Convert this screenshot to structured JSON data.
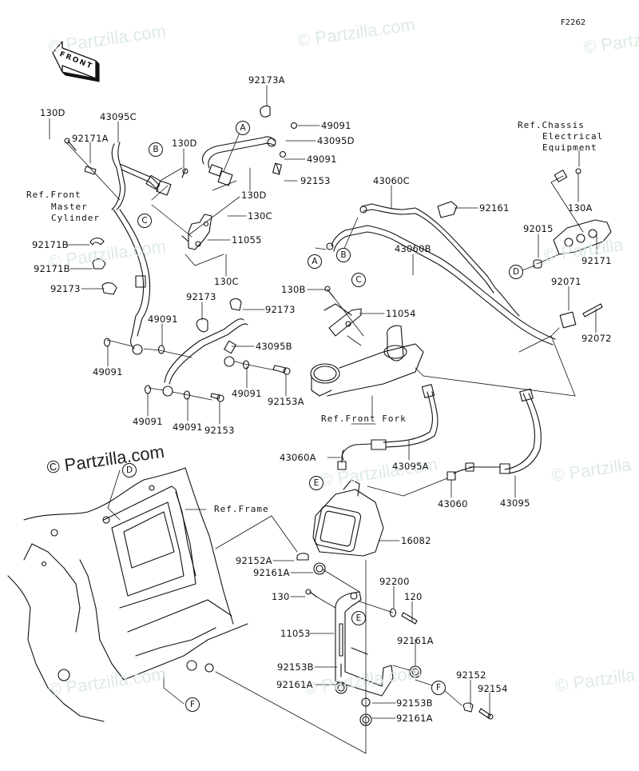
{
  "diagram": {
    "figure_id": "F2262",
    "front_indicator": "FRONT",
    "watermark": "© Partzilla.com",
    "watermark_short": "© Partzilla"
  },
  "references": {
    "front_master_cylinder": [
      "Ref.Front",
      "Master",
      "Cylinder"
    ],
    "chassis_electrical": [
      "Ref.Chassis",
      "Electrical",
      "Equipment"
    ],
    "front_fork": "Ref.Front Fork",
    "frame": "Ref.Frame"
  },
  "callouts": {
    "A": "A",
    "B": "B",
    "C": "C",
    "D": "D",
    "E": "E",
    "F": "F"
  },
  "parts": {
    "p92173A": "92173A",
    "p130D_1": "130D",
    "p43095C": "43095C",
    "p92171A": "92171A",
    "p130D_2": "130D",
    "p130D_3": "130D",
    "p49091_a": "49091",
    "p43095D": "43095D",
    "p49091_b": "49091",
    "p92153_a": "92153",
    "p130C_1": "130C",
    "p11055": "11055",
    "p130C_2": "130C",
    "p92171B_1": "92171B",
    "p92171B_2": "92171B",
    "p92173_1": "92173",
    "p92173_2": "92173",
    "p92173_3": "92173",
    "p49091_c": "49091",
    "p49091_d": "49091",
    "p43095B": "43095B",
    "p49091_e": "49091",
    "p92153A": "92153A",
    "p49091_f": "49091",
    "p49091_g": "49091",
    "p92153_b": "92153",
    "p43060C": "43060C",
    "p92161": "92161",
    "p130A": "130A",
    "p92015": "92015",
    "p92171": "92171",
    "p43060B": "43060B",
    "p130B": "130B",
    "p11054": "11054",
    "p92071": "92071",
    "p92072": "92072",
    "p43060A": "43060A",
    "p43095A": "43095A",
    "p43060": "43060",
    "p43095": "43095",
    "p16082": "16082",
    "p92152A": "92152A",
    "p92161A_1": "92161A",
    "p130": "130",
    "p92200": "92200",
    "p120": "120",
    "p11053": "11053",
    "p92161A_2": "92161A",
    "p92153B_1": "92153B",
    "p92161A_3": "92161A",
    "p92152": "92152",
    "p92154": "92154",
    "p92153B_2": "92153B",
    "p92161A_4": "92161A"
  }
}
